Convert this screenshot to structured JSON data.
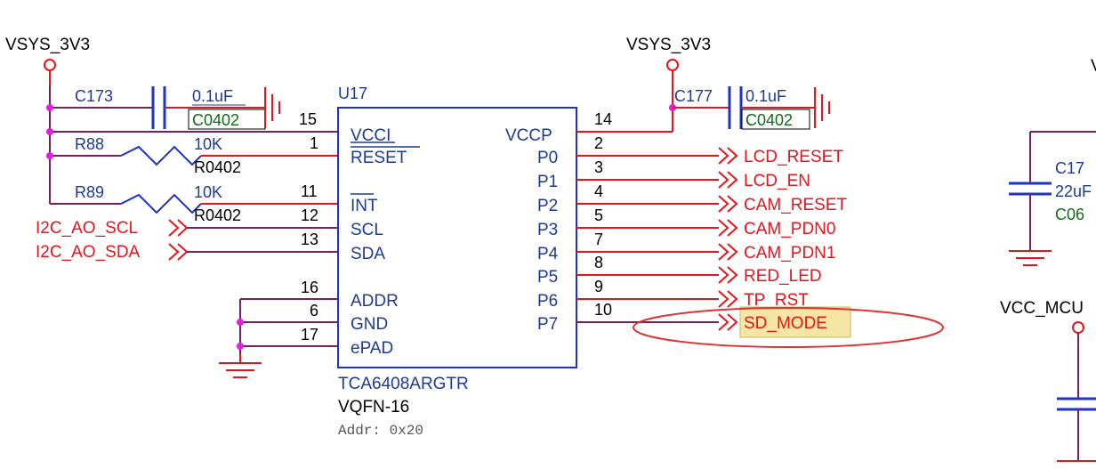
{
  "colors": {
    "wire": "#e8141b",
    "bus": "#7a1f5e",
    "component": "#1e33c6",
    "pin_text": "#1f3a93",
    "footprint_text": "#0f6b16",
    "net_label": "#e8141b",
    "junction": "#e020e0",
    "highlight": "#f5e6a3",
    "ellipse": "#e03232"
  },
  "power": {
    "left_rail": "VSYS_3V3",
    "mid_rail": "VSYS_3V3",
    "right_partial": "VCC_MCU",
    "right_top_partial": "V"
  },
  "c173": {
    "ref": "C173",
    "value": "0.1uF",
    "footprint": "C0402"
  },
  "c177": {
    "ref": "C177",
    "value": "0.1uF",
    "footprint": "C0402"
  },
  "r88": {
    "ref": "R88",
    "value": "10K",
    "footprint": "R0402"
  },
  "r89": {
    "ref": "R89",
    "value": "10K",
    "footprint": "R0402"
  },
  "right_cap": {
    "ref": "C17",
    "value": "22uF",
    "footprint": "C06"
  },
  "u17": {
    "ref": "U17",
    "part": "TCA6408ARGTR",
    "package": "VQFN-16",
    "addr": "Addr: 0x20",
    "left_pins": [
      {
        "name": "VCCI",
        "num": "15"
      },
      {
        "name": "RESET",
        "num": "1"
      },
      {
        "name": "INT",
        "num": "11"
      },
      {
        "name": "SCL",
        "num": "12"
      },
      {
        "name": "SDA",
        "num": "13"
      },
      {
        "name": "ADDR",
        "num": "16"
      },
      {
        "name": "GND",
        "num": "6"
      },
      {
        "name": "ePAD",
        "num": "17"
      }
    ],
    "right_pins": [
      {
        "name": "VCCP",
        "num": "14"
      },
      {
        "name": "P0",
        "num": "2"
      },
      {
        "name": "P1",
        "num": "3"
      },
      {
        "name": "P2",
        "num": "4"
      },
      {
        "name": "P3",
        "num": "5"
      },
      {
        "name": "P4",
        "num": "7"
      },
      {
        "name": "P5",
        "num": "8"
      },
      {
        "name": "P6",
        "num": "9"
      },
      {
        "name": "P7",
        "num": "10"
      }
    ]
  },
  "nets_left": [
    "I2C_AO_SCL",
    "I2C_AO_SDA"
  ],
  "nets_right": [
    "LCD_RESET",
    "LCD_EN",
    "CAM_RESET",
    "CAM_PDN0",
    "CAM_PDN1",
    "RED_LED",
    "TP_RST",
    "SD_MODE"
  ]
}
